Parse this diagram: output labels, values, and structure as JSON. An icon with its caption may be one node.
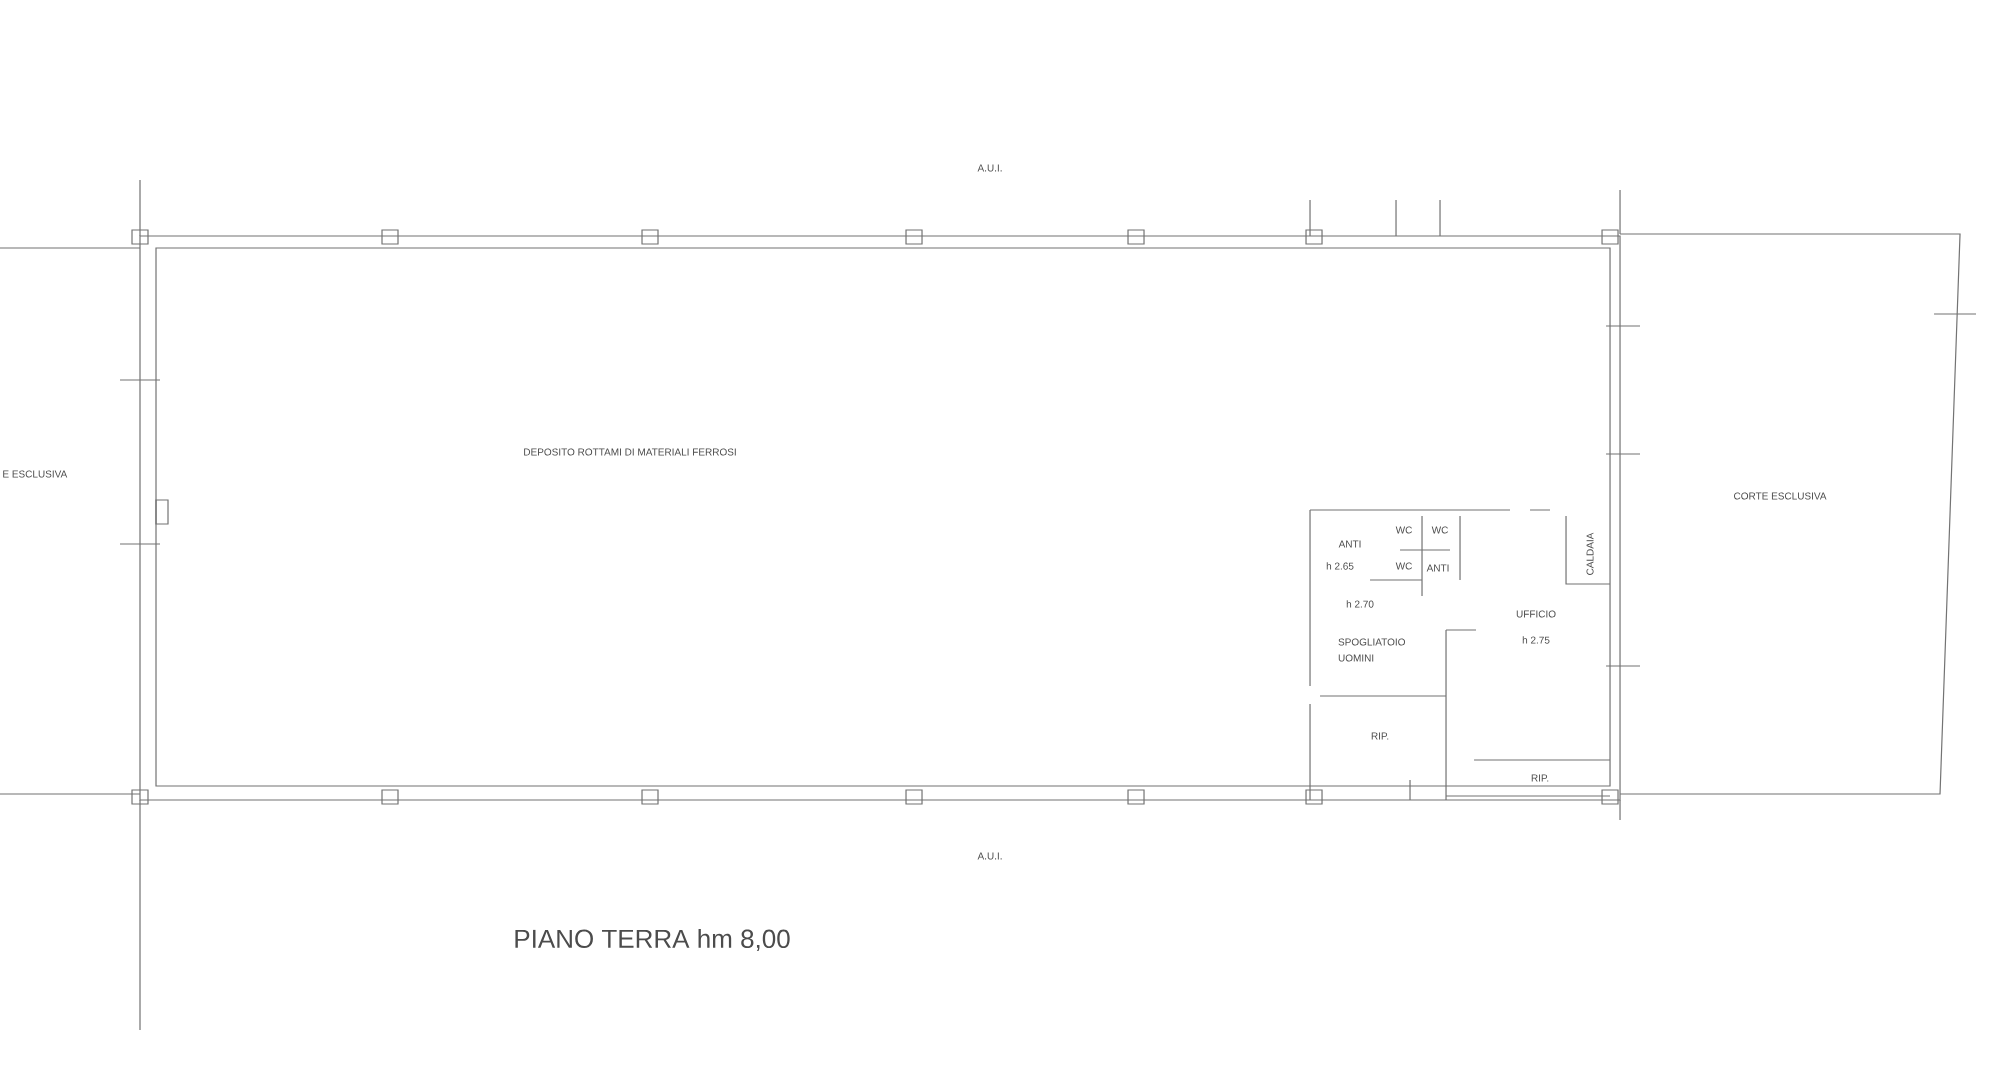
{
  "diagram": {
    "labels": [
      "A.U.I.",
      "E ESCLUSIVA",
      "DEPOSITO ROTTAMI DI MATERIALI FERROSI",
      "ANTI",
      "WC",
      "WC",
      "h 2.65",
      "WC",
      "ANTI",
      "CALDAIA",
      "h 2.70",
      "UFFICIO",
      "SPOGLIATOIO UOMINI",
      "h 2.75",
      "RIP.",
      "RIP.",
      "CORTE ESCLUSIVA",
      "A.U.I.",
      "PIANO TERRA hm 8,00"
    ]
  }
}
